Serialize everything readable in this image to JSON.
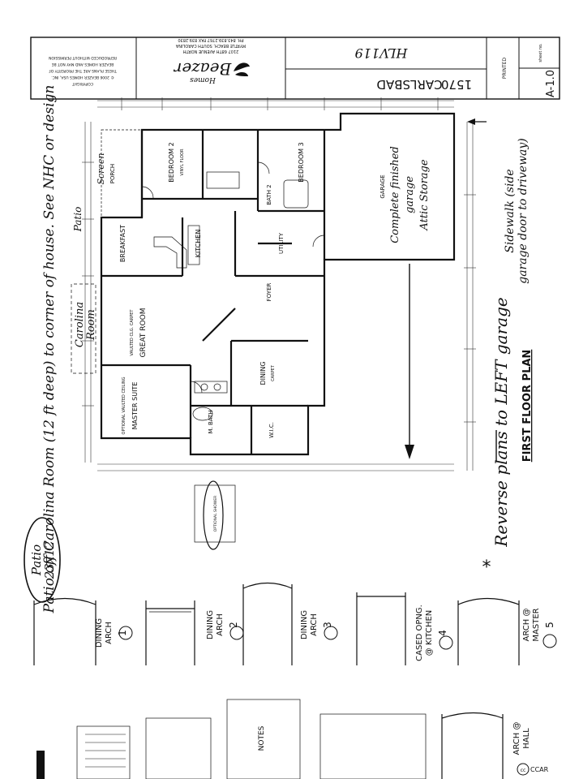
{
  "title_block": {
    "copyright_lines": [
      "COPYRIGHT",
      "© 2006 BEAZER HOMES USA, INC.",
      "THESE PLANS ARE THE PROPERTY OF",
      "BEAZER HOMES AND MAY NOT BE",
      "REPRODUCED WITHOUT PERMISSION"
    ],
    "company": "Beazer",
    "tagline": "Homes",
    "address": "2107 68TH AVENUE NORTH",
    "city": "MYRTLE BEACH, SOUTH CAROLINA",
    "phone": "PH. 843.839.2767  FAX 839.2830",
    "plan_name": "CARLSBAD",
    "plan_number": "1570",
    "handwritten_code": "HLV119",
    "printed": "PRINTED",
    "sheet_label": "sheet no.",
    "sheet_number": "A-1.0"
  },
  "plan": {
    "rooms": [
      "BEDROOM 2",
      "BEDROOM 3",
      "BREAKFAST",
      "KITCHEN",
      "BATH 2",
      "UTILITY",
      "FOYER",
      "GREAT ROOM",
      "DINING",
      "MASTER SUITE",
      "M. BATH",
      "W.I.C.",
      "GARAGE",
      "PORCH"
    ],
    "notes": [
      "VINYL FLOOR",
      "VAULTED CLG. CARPET",
      "CARPET",
      "OPTIONAL VAULTED CEILING"
    ],
    "shower_note": "OPTIONAL SHOWER"
  },
  "annotations": {
    "patio_note": "Patio off Carolina Room (12 ft deep) to corner of house. See NHC or design",
    "patio_circle_line1": "Patio",
    "patio_circle_line2": "23x12",
    "carolina_room_1": "Carolina",
    "carolina_room_2": "Room",
    "patio_label": "Patio",
    "screen_label": "Screen",
    "garage_note_1": "Complete finished",
    "garage_note_2": "garage",
    "garage_note_3": "Attic Storage",
    "sidewalk_1": "Sidewalk (side",
    "sidewalk_2": "garage door to driveway)",
    "reverse_note": "Reverse plans to LEFT garage",
    "plan_title": "FIRST FLOOR PLAN",
    "asterisk": "*"
  },
  "details": [
    {
      "title_1": "DINING",
      "title_2": "ARCH",
      "num": "1"
    },
    {
      "title_1": "DINING",
      "title_2": "ARCH",
      "num": "2"
    },
    {
      "title_1": "DINING",
      "title_2": "ARCH",
      "num": "3"
    },
    {
      "title_1": "CASED OPNG.",
      "title_2": "@ KITCHEN",
      "num": "4"
    },
    {
      "title_1": "ARCH @",
      "title_2": "MASTER",
      "num": "5"
    },
    {
      "title_1": "ARCH @",
      "title_2": "HALL"
    }
  ],
  "notes": {
    "heading": "NOTES"
  },
  "footer": {
    "cc_symbol": "cc",
    "cc_label": "CCAR"
  }
}
